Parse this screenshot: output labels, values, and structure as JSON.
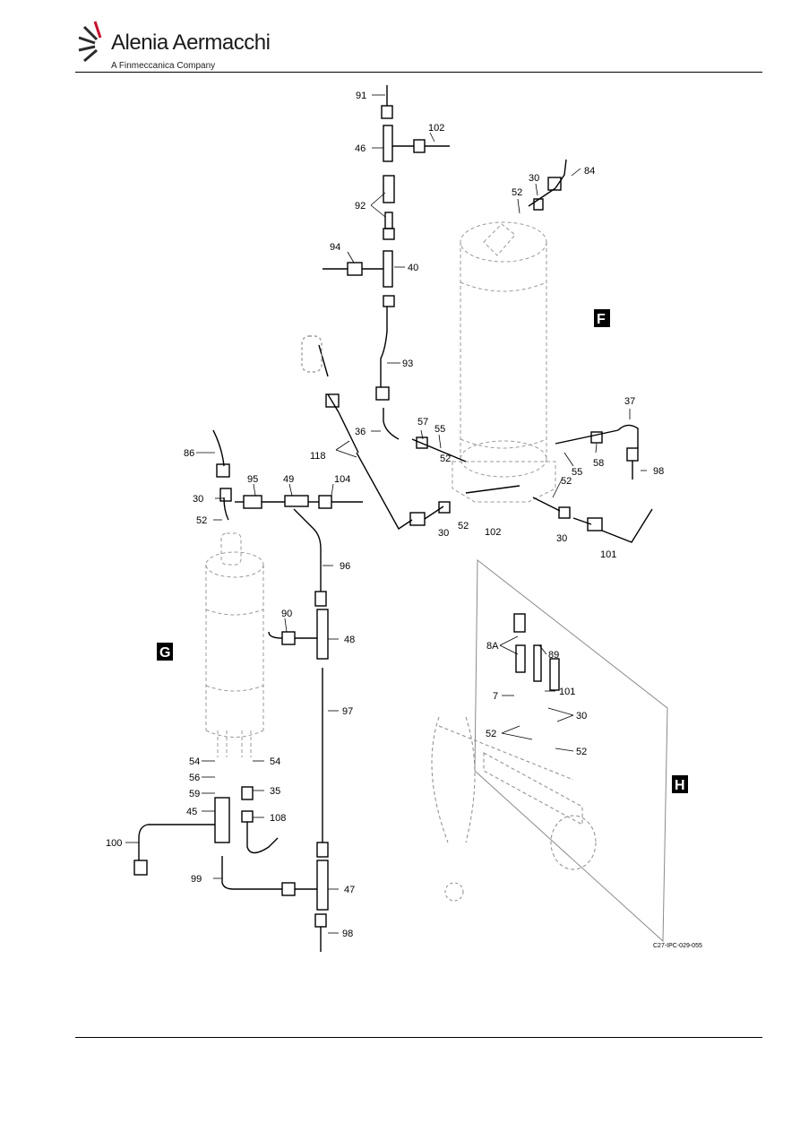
{
  "header": {
    "company_name": "Alenia Aermacchi",
    "tagline": "A Finmeccanica Company"
  },
  "figure": {
    "code": "C27-IPC-029-055",
    "views": {
      "F": "F",
      "G": "G",
      "H": "H"
    },
    "callouts": {
      "c91": "91",
      "c102a": "102",
      "c46": "46",
      "c92": "92",
      "c94": "94",
      "c40": "40",
      "c93": "93",
      "c36": "36",
      "c118": "118",
      "c57": "57",
      "c55a": "55",
      "c52a": "52",
      "c84": "84",
      "c30a": "30",
      "c52b": "52",
      "c37": "37",
      "c98a": "98",
      "c58": "58",
      "c55b": "55",
      "c52c": "52",
      "c30b": "30",
      "c52d": "52",
      "c102b": "102",
      "c30c": "30",
      "c101a": "101",
      "c86": "86",
      "c30d": "30",
      "c52e": "52",
      "c95": "95",
      "c49": "49",
      "c104": "104",
      "c96": "96",
      "c90": "90",
      "c48": "48",
      "c97": "97",
      "c54a": "54",
      "c54b": "54",
      "c56": "56",
      "c59": "59",
      "c35": "35",
      "c45": "45",
      "c108": "108",
      "c100": "100",
      "c99": "99",
      "c47": "47",
      "c98b": "98",
      "c8A": "8A",
      "c89": "89",
      "c7": "7",
      "c101b": "101",
      "c30e": "30",
      "c52f": "52",
      "c52g": "52"
    }
  },
  "colors": {
    "ink": "#000000",
    "ghost": "#9a9a9a",
    "paper": "#ffffff",
    "logo_dark": "#2b2b2b",
    "logo_red": "#c8102e"
  }
}
